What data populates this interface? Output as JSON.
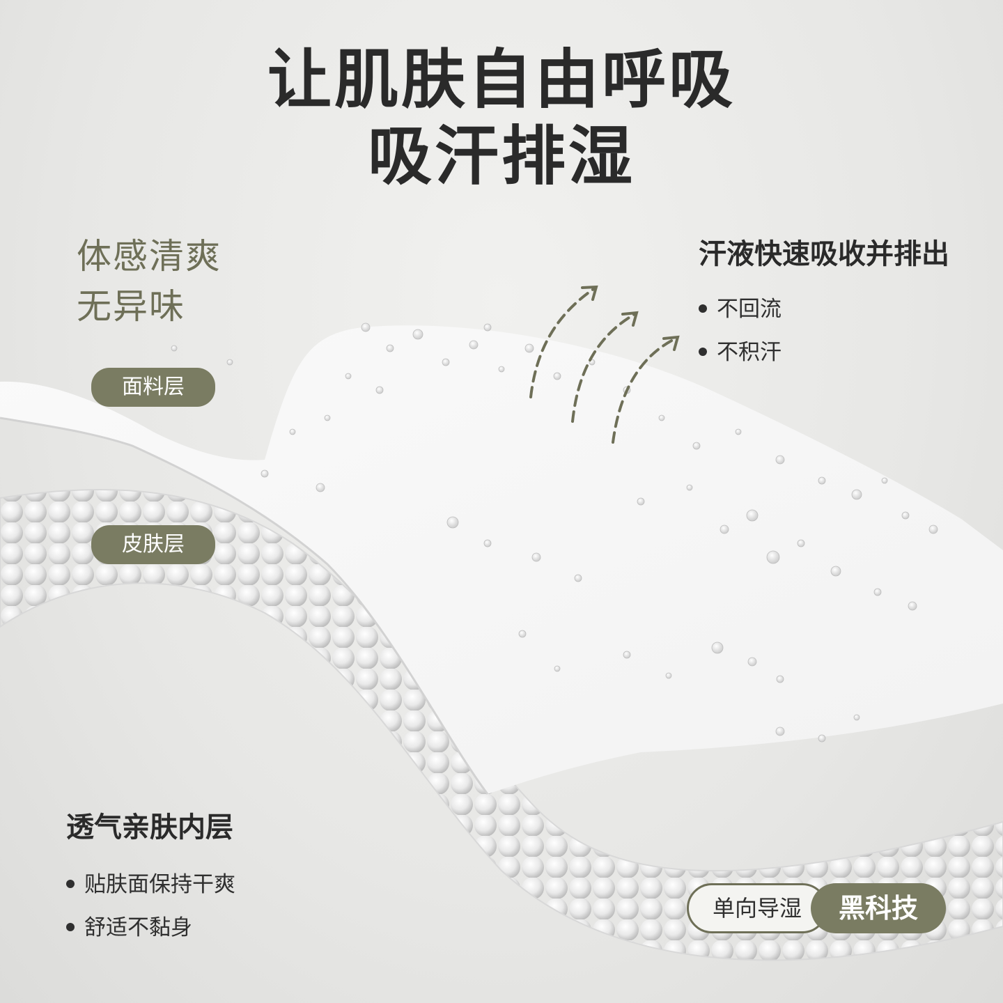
{
  "title": {
    "line1": "让肌肤自由呼吸",
    "line2": "吸汗排湿"
  },
  "feel": {
    "line1": "体感清爽",
    "line2": "无异味"
  },
  "labels": {
    "fabric_layer": "面料层",
    "skin_layer": "皮肤层"
  },
  "right_panel": {
    "heading": "汗液快速吸收并排出",
    "bullets": [
      "不回流",
      "不积汗"
    ]
  },
  "left_panel": {
    "heading": "透气亲肤内层",
    "bullets": [
      "贴肤面保持干爽",
      "舒适不黏身"
    ]
  },
  "badge": {
    "left": "单向导湿",
    "right": "黑科技"
  },
  "colors": {
    "olive": "#7a7c62",
    "olive_text": "#6e6f57",
    "dark_text": "#2a2a2a"
  },
  "icons": [
    "upward-dashed-arrow-icon",
    "bullet-dot-icon"
  ]
}
